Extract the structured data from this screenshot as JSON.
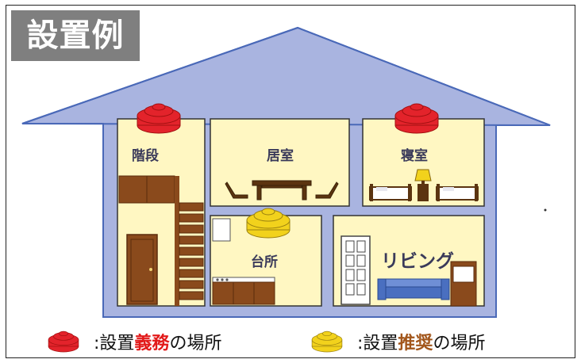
{
  "title": "設置例",
  "rooms": {
    "stairs": "階段",
    "living_room": "居室",
    "bedroom": "寝室",
    "kitchen": "台所",
    "living": "リビング"
  },
  "legend": {
    "mandatory": {
      "prefix": ":設置",
      "highlight": "義務",
      "suffix": "の場所"
    },
    "recommended": {
      "prefix": ":設置",
      "highlight": "推奨",
      "suffix": "の場所"
    }
  },
  "colors": {
    "house_fill": "#a9b4e0",
    "house_stroke": "#4a69b8",
    "room_fill": "#fff7c2",
    "detector_mandatory": "#e3232b",
    "detector_recommended": "#f2d21c",
    "title_bg": "#7f7f7f"
  },
  "icons": [
    "smoke-detector-red-icon",
    "smoke-detector-yellow-icon"
  ]
}
